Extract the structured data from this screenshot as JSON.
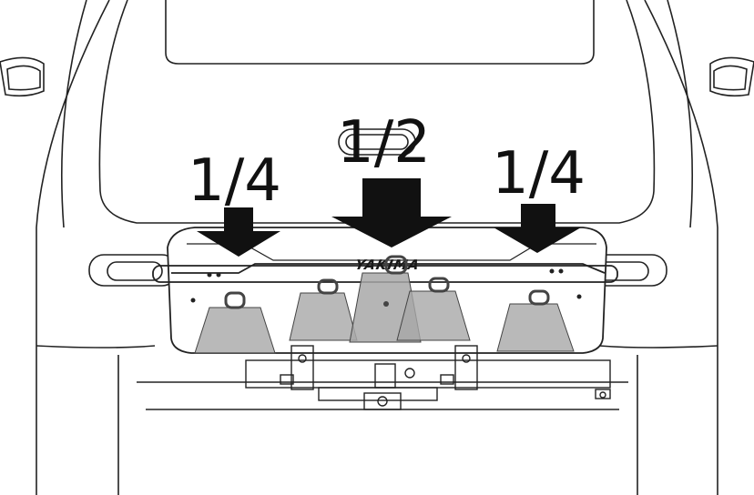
{
  "diagram": {
    "labels": {
      "left": "1/4",
      "center": "1/2",
      "right": "1/4"
    },
    "brand_text": "YAKIMA",
    "colors": {
      "outline": "#222222",
      "arrow": "#111111",
      "weight_fill": "#a8a8a8",
      "vehicle_fill": "#ffffff"
    },
    "icons": [
      "arrow-down-icon",
      "weight-icon"
    ]
  }
}
